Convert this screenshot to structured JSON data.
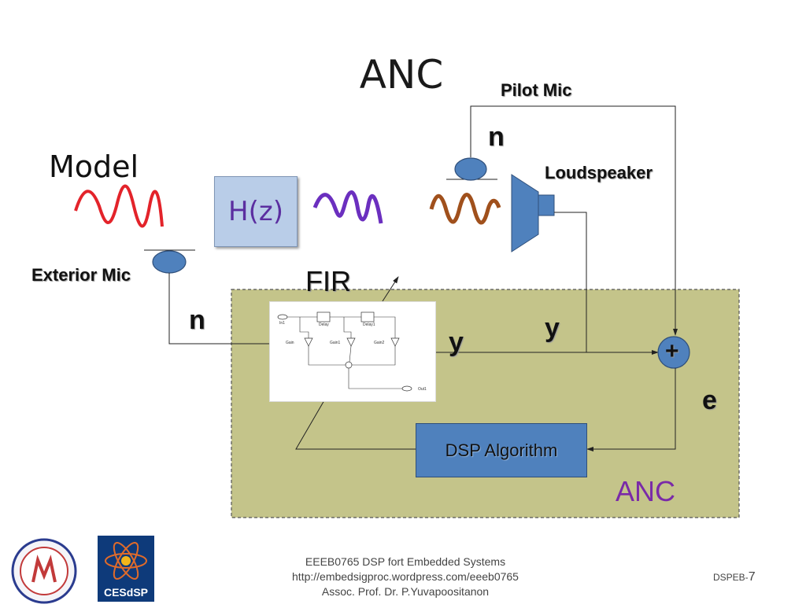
{
  "title": "ANC",
  "labels": {
    "model": "Model",
    "pilot_mic": "Pilot Mic",
    "loudspeaker": "Loudspeaker",
    "exterior_mic": "Exterior Mic",
    "fir": "FIR",
    "hz": "H(z)",
    "n_pilot": "n",
    "n_ext": "n",
    "y_left": "y",
    "y_right": "y",
    "sum": "+",
    "e": "e",
    "dsp": "DSP Algorithm",
    "anc_region": "ANC"
  },
  "fir_block": {
    "in": "In1",
    "delay": "Delay",
    "delay1": "Delay1",
    "gain": "Gain",
    "gain1": "Gain1",
    "gain2": "Gain2",
    "out": "Out1"
  },
  "footer": {
    "line1": "EEEB0765  DSP fort Embedded Systems",
    "line2": "http://embedsigproc.wordpress.com/eeeb0765",
    "line3": "Assoc. Prof. Dr. P.Yuvapoositanon"
  },
  "page_number_prefix": "DSPEB-",
  "page_number": "7",
  "logo_text": "CESdSP",
  "colors": {
    "anc_region_fill": "#c4c48a",
    "mic": "#4f81bd",
    "wave_model": "#e3232a",
    "wave_purple": "#6b2fbf",
    "wave_brown": "#a0501c",
    "speaker": "#4f81bd",
    "anc_text": "#7a2aa8"
  }
}
